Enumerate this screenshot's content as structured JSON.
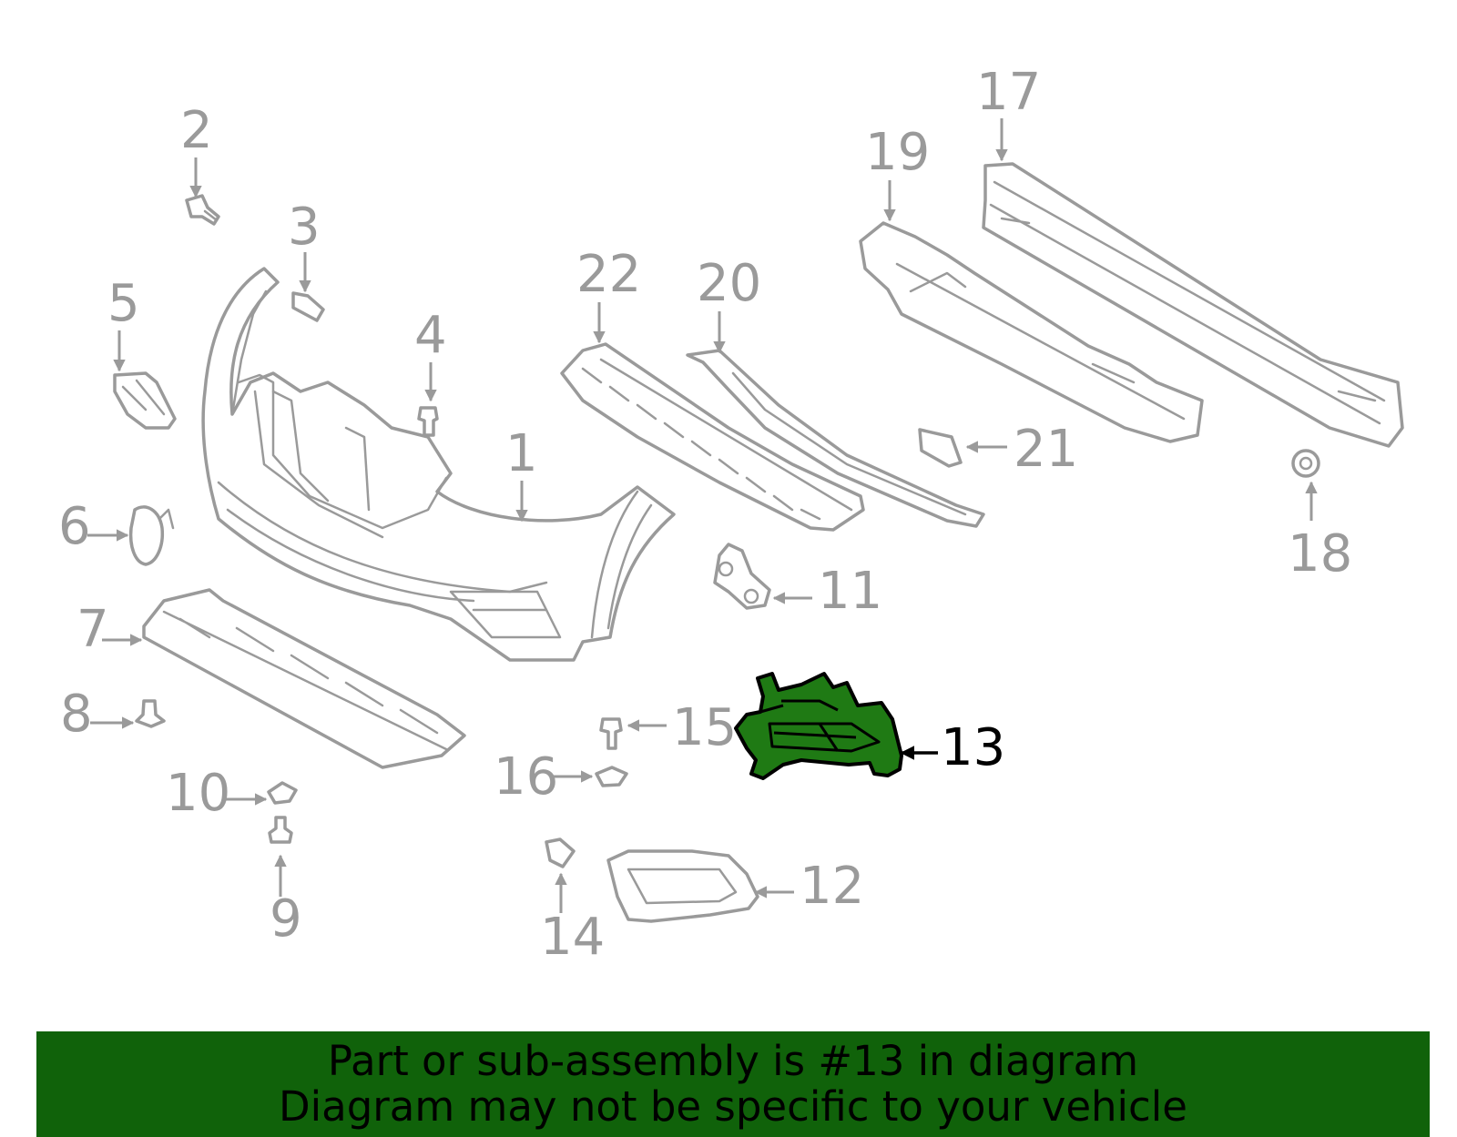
{
  "highlight_color": "#1f7a14",
  "banner_color": "#10620a",
  "callouts": {
    "c1": "1",
    "c2": "2",
    "c3": "3",
    "c4": "4",
    "c5": "5",
    "c6": "6",
    "c7": "7",
    "c8": "8",
    "c9": "9",
    "c10": "10",
    "c11": "11",
    "c12": "12",
    "c13": "13",
    "c14": "14",
    "c15": "15",
    "c16": "16",
    "c17": "17",
    "c18": "18",
    "c19": "19",
    "c20": "20",
    "c21": "21",
    "c22": "22"
  },
  "highlighted_part": "13",
  "banner": {
    "line1": "Part or sub-assembly is #13 in diagram",
    "line2": "Diagram may not be specific to your vehicle"
  }
}
